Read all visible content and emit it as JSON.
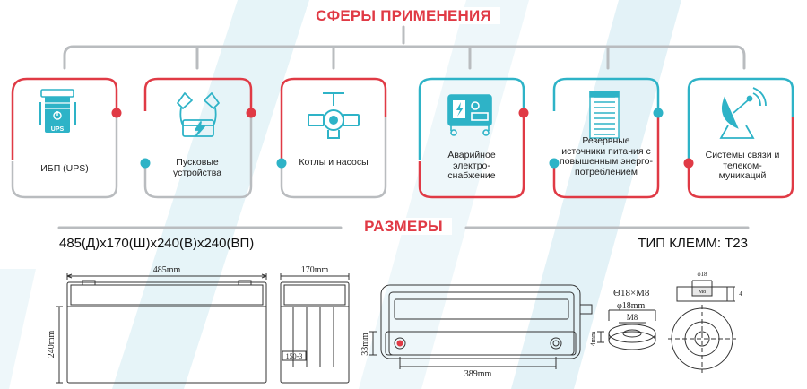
{
  "sections": {
    "applications_title": "СФЕРЫ ПРИМЕНЕНИЯ",
    "dimensions_title": "РАЗМЕРЫ"
  },
  "applications": [
    {
      "label": "ИБП (UPS)",
      "icon": "ups-icon",
      "accent": "red"
    },
    {
      "label": "Пусковые устройства",
      "icon": "jumper-cables-icon",
      "accent": "red"
    },
    {
      "label": "Котлы и насосы",
      "icon": "valve-pipe-icon",
      "accent": "red"
    },
    {
      "label": "Аварийное электро-снабжение",
      "icon": "generator-icon",
      "accent": "teal"
    },
    {
      "label": "Резервные источники питания с повышенным энерго-потреблением",
      "icon": "server-rack-icon",
      "accent": "teal"
    },
    {
      "label": "Системы связи и телеком-муникаций",
      "icon": "satellite-dish-icon",
      "accent": "teal"
    }
  ],
  "dimensions": {
    "text": "485(Д)x170(Ш)x240(В)x240(ВП)",
    "terminal_type": "ТИП КЛЕММ: T23"
  },
  "drawing": {
    "front_width": "485mm",
    "front_height": "240mm",
    "side_width": "170mm",
    "side_label": "150-3",
    "top_span": "389mm",
    "top_height": "33mm",
    "bolt_label": "Θ18×M8",
    "washer_dia": "φ18mm",
    "washer_thread": "M8",
    "washer_thickness": "4mm",
    "terminal_dia": "φ18",
    "terminal_thread": "M8",
    "terminal_height": "4"
  },
  "colors": {
    "red": "#e03a45",
    "teal": "#2eb3c7",
    "gray": "#b9bcbf",
    "bg_stripe": "#e6f4f8"
  }
}
